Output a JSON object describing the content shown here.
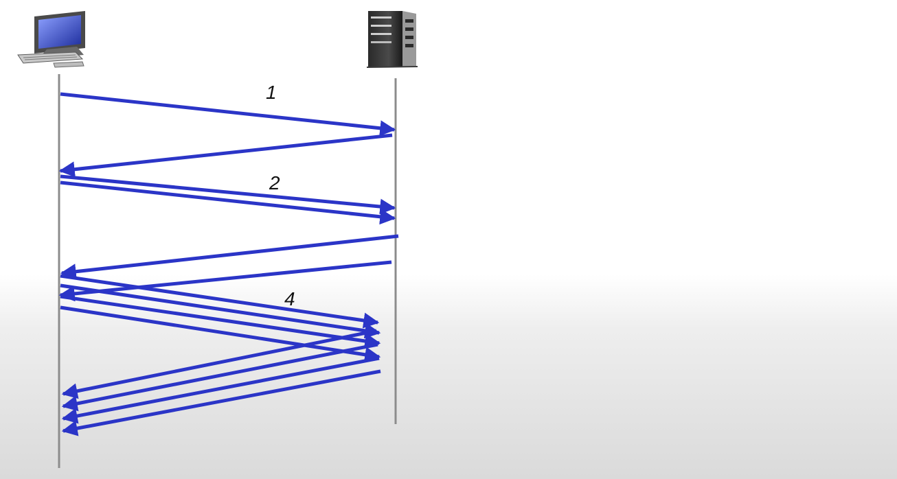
{
  "diagram": {
    "round_labels": [
      "1",
      "2",
      "4"
    ],
    "client_icon": "desktop-computer-icon",
    "server_icon": "server-tower-icon",
    "colors": {
      "arrow": "#2b35c7",
      "timeline": "#8c8c8c",
      "background_top": "#ffffff",
      "background_bottom": "#d8d8d8"
    }
  }
}
